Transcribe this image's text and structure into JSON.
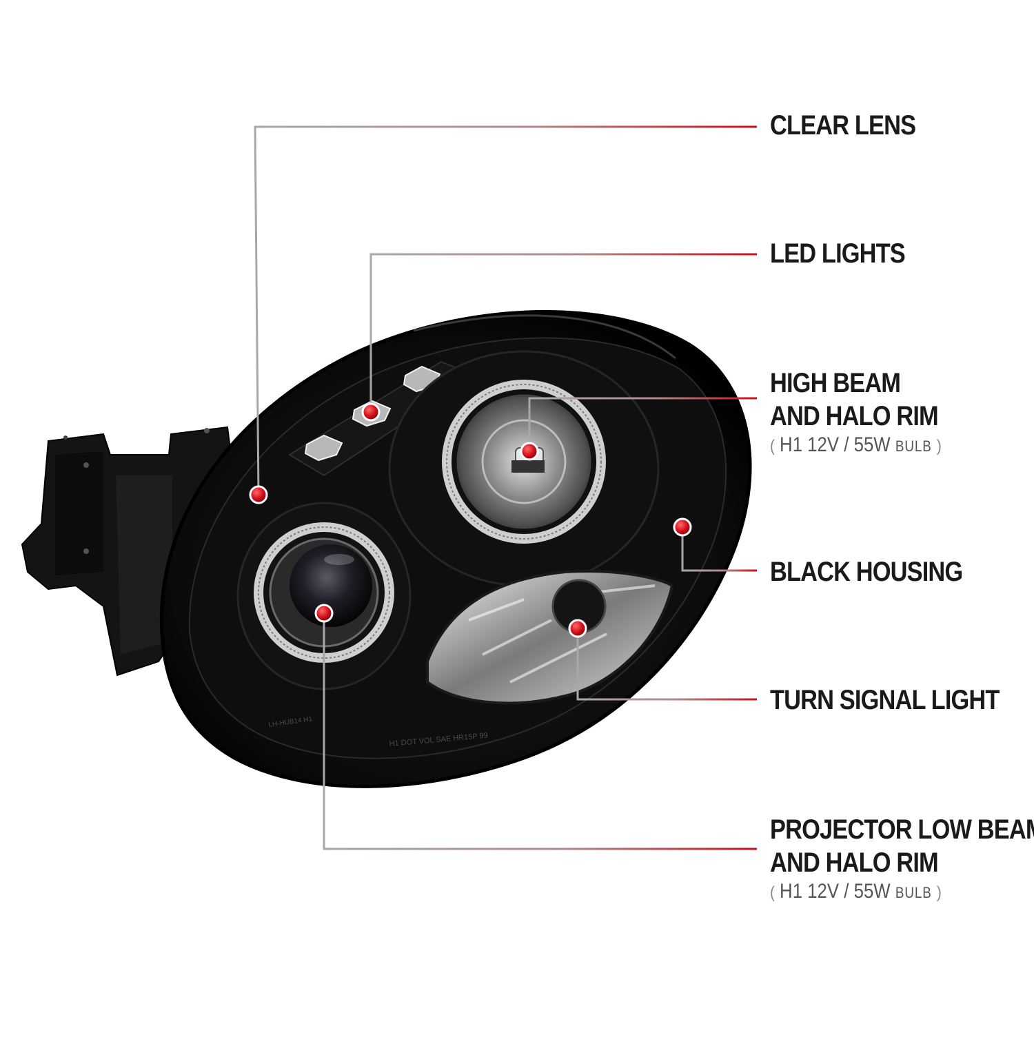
{
  "colors": {
    "accent": "#c8101c",
    "leader_gray": "#9a9a9a",
    "housing": "#0c0c0c",
    "text": "#1a1a1a"
  },
  "callouts": [
    {
      "title": "CLEAR LENS"
    },
    {
      "title": "LED LIGHTS"
    },
    {
      "title_line1": "HIGH BEAM",
      "title_line2": "AND HALO RIM",
      "spec_open": "(",
      "spec": "H1  12V / 55W",
      "spec_unit": "BULB",
      "spec_close": ")"
    },
    {
      "title": "BLACK HOUSING"
    },
    {
      "title": "TURN SIGNAL LIGHT"
    },
    {
      "title_line1": "PROJECTOR LOW BEAM",
      "title_line2": "AND HALO RIM",
      "spec_open": "(",
      "spec": "H1  12V / 55W",
      "spec_unit": "BULB",
      "spec_close": ")"
    }
  ],
  "housing_markings": {
    "line1": "H1 DOT VOL SAE HR15P 99",
    "line2": "LH-HUB14  H1"
  },
  "icons": [
    "headlight-illustration",
    "callout-dot-icon"
  ]
}
